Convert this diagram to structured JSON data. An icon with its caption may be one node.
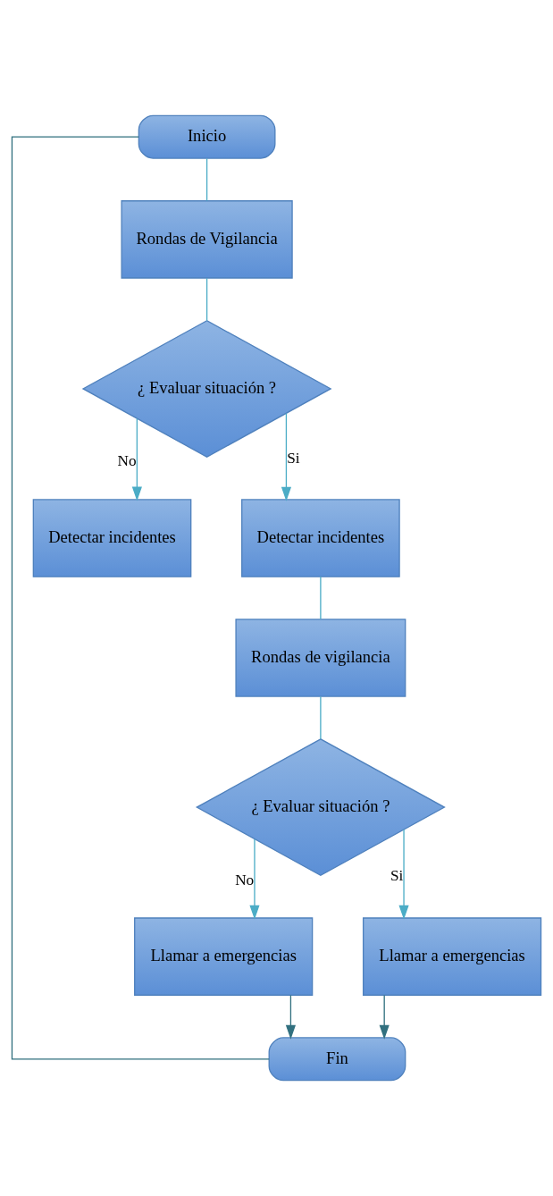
{
  "diagram": {
    "nodes": [
      {
        "text": [
          "Inicio"
        ]
      },
      {
        "text": [
          "Rondas de Vigilancia"
        ]
      },
      {
        "text": [
          "¿ Evaluar situación ?"
        ]
      },
      {
        "text": [
          "Detectar incidentes"
        ]
      },
      {
        "text": [
          "Detectar incidentes"
        ]
      },
      {
        "text": [
          "Rondas de vigilancia"
        ]
      },
      {
        "text": [
          "¿ Evaluar situación ?"
        ]
      },
      {
        "text": [
          "Llamar a emergencias"
        ]
      },
      {
        "text": [
          "Llamar a emergencias"
        ]
      },
      {
        "text": [
          "Fin"
        ]
      }
    ],
    "edges": [
      {
        "from": 0,
        "to": 1,
        "arrow": "none"
      },
      {
        "from": 1,
        "to": 2,
        "arrow": "none"
      },
      {
        "from": 2,
        "to": 3,
        "arrow": "to",
        "label": "No"
      },
      {
        "from": 2,
        "to": 4,
        "arrow": "to",
        "label": "Si"
      },
      {
        "from": 4,
        "to": 5,
        "arrow": "none"
      },
      {
        "from": 5,
        "to": 6,
        "arrow": "none"
      },
      {
        "from": 6,
        "to": 7,
        "arrow": "to",
        "label": "No"
      },
      {
        "from": 6,
        "to": 8,
        "arrow": "to",
        "label": "Si"
      },
      {
        "from": 7,
        "to": 9,
        "arrow": "to",
        "color": "#31707f"
      },
      {
        "from": 8,
        "to": 9,
        "arrow": "to",
        "color": "#31707f"
      },
      {
        "from": 0,
        "to": 9,
        "arrow": "none",
        "color": "#31707f"
      }
    ]
  }
}
